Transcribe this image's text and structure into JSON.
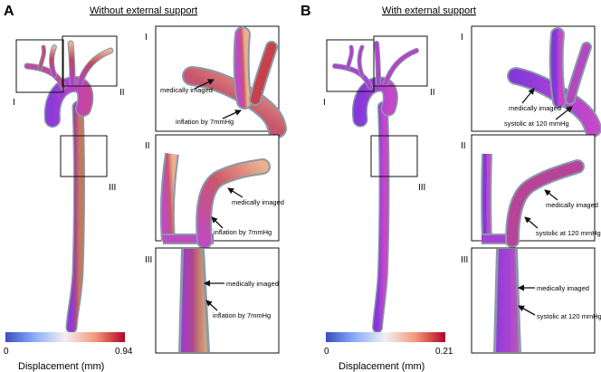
{
  "panels": [
    {
      "letter": "A",
      "title": "Without external support",
      "colorbar": {
        "min_label": "0",
        "max_label": "0.94",
        "label": "Displacement (mm)"
      },
      "insets": [
        {
          "numeral": "I",
          "labels": [
            "medically imaged",
            "inflation by 7mmHg"
          ]
        },
        {
          "numeral": "II",
          "labels": [
            "medically imaged",
            "inflation by 7mmHg"
          ]
        },
        {
          "numeral": "III",
          "labels": [
            "medically imaged",
            "inflation by 7mmHg"
          ]
        }
      ],
      "box_labels": [
        "I",
        "II",
        "III"
      ]
    },
    {
      "letter": "B",
      "title": "With external support",
      "colorbar": {
        "min_label": "0",
        "max_label": "0.21",
        "label": "Displacement (mm)"
      },
      "insets": [
        {
          "numeral": "I",
          "labels": [
            "medically imaged",
            "systolic at 120 mmHg"
          ]
        },
        {
          "numeral": "II",
          "labels": [
            "medically imaged",
            "systolic at 120 mmHg"
          ]
        },
        {
          "numeral": "III",
          "labels": [
            "medically imaged",
            "systolic at 120 mmHg"
          ]
        }
      ],
      "box_labels": [
        "I",
        "II",
        "III"
      ]
    }
  ],
  "colors": {
    "vessel_purple": "#a040d8",
    "vessel_magenta": "#c838c0",
    "vessel_red": "#c83a3a",
    "vessel_tan": "#d9a58a",
    "outline_gray": "#8a9aa8",
    "colormap_low": "#3b4cc0",
    "colormap_mid": "#f2f0ef",
    "colormap_high": "#b40426"
  }
}
